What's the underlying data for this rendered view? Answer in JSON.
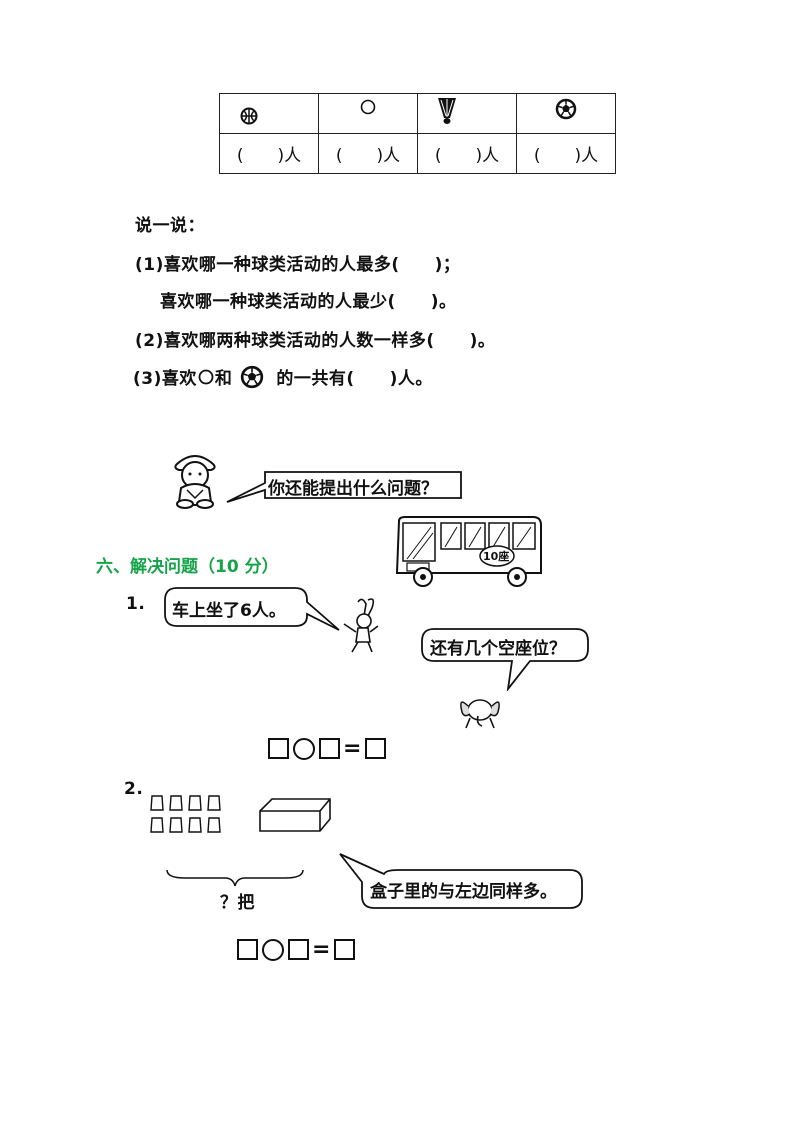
{
  "table": {
    "icons": [
      "basketball-icon",
      "ping-pong-ball-icon",
      "badminton-shuttlecock-icon",
      "soccer-ball-icon"
    ],
    "blank_cells": [
      "(　　)人",
      "(　　)人",
      "(　　)人",
      "(　　)人"
    ]
  },
  "discuss": {
    "heading": "说一说：",
    "q1a": "(1)喜欢哪一种球类活动的人最多(　　)；",
    "q1b": "喜欢哪一种球类活动的人最少(　　)。",
    "q2": "(2)喜欢哪两种球类活动的人数一样多(　　)。",
    "q3_prefix": "(3)喜欢",
    "q3_mid": "和",
    "q3_suffix": "的一共有(　　)人。"
  },
  "girl_bubble": "你还能提出什么问题？",
  "section6": {
    "title": "六、解决问题（10 分）",
    "bus_sign": "10座",
    "p1": {
      "number": "1.",
      "bubble1": "车上坐了6人。",
      "bubble2": "还有几个空座位？",
      "eq_symbol": "="
    },
    "p2": {
      "number": "2.",
      "brace_label": "？把",
      "bubble": "盒子里的与左边同样多。",
      "eq_symbol": "="
    }
  }
}
